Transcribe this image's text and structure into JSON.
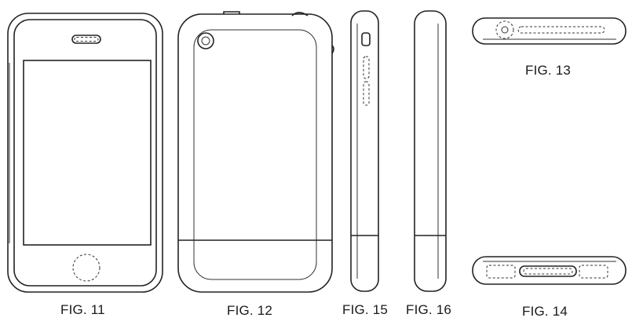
{
  "figures": {
    "fig11": {
      "label": "FIG. 11"
    },
    "fig12": {
      "label": "FIG. 12"
    },
    "fig13": {
      "label": "FIG. 13"
    },
    "fig14": {
      "label": "FIG. 14"
    },
    "fig15": {
      "label": "FIG. 15"
    },
    "fig16": {
      "label": "FIG. 16"
    }
  }
}
